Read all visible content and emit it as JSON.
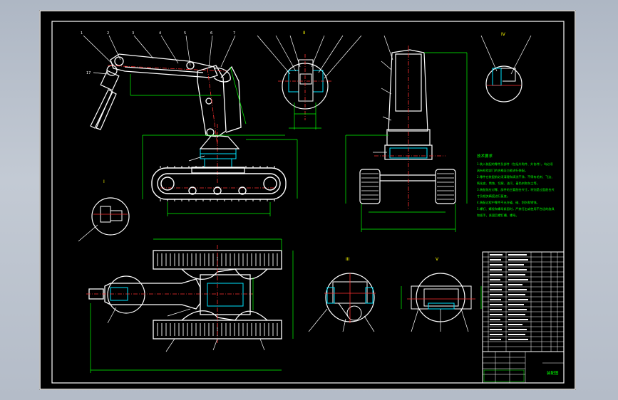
{
  "sheet": {
    "background": "#000000",
    "line_white": "#ffffff",
    "line_green": "#00ff00",
    "line_red": "#ff3030",
    "line_cyan": "#00e5ff",
    "line_magenta": "#ff40ff",
    "accent_yellow": "#ffff00"
  },
  "views": {
    "side_view": {
      "label": ""
    },
    "front_view": {
      "label": ""
    },
    "top_view": {
      "label": ""
    },
    "detail_I": {
      "label": "I"
    },
    "detail_II": {
      "label": "II"
    },
    "detail_III": {
      "label": "III"
    },
    "detail_IV": {
      "label": "IV"
    },
    "detail_V": {
      "label": "V"
    }
  },
  "tech_notes": {
    "heading": "技术要求",
    "lines": [
      "1.装入装配的零件及部件（包括外购件、外协件），均必须",
      "具有检验部门的合格证方能进行装配。",
      "2.零件在装配前必须清理和清洗干净，不得有毛刺、飞边、",
      "氧化皮、锈蚀、切屑、油污、着色剂和灰尘等。",
      "3.装配前应对零、部件的主要配合尺寸，特别是过盈配合尺",
      "寸及相关精度进行复查。",
      "4.装配过程中零件不允许磕、碰、划伤和锈蚀。",
      "5.螺钉、螺栓和螺母紧固时，严禁打击或使用不合适的旋具",
      "和扳手。紧固后螺钉槽、螺母。"
    ]
  },
  "title_block": {
    "drawing_title": "装配图"
  }
}
